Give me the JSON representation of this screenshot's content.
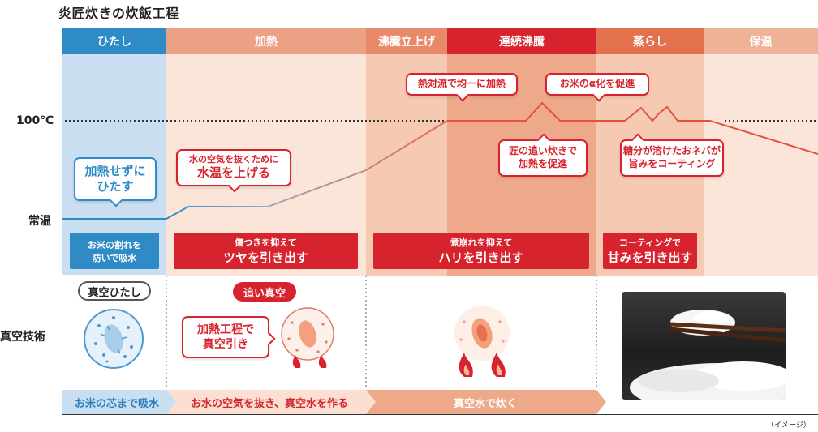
{
  "title": "炎匠炊きの炊飯工程",
  "stages": [
    "ひたし",
    "加熱",
    "沸騰立上げ",
    "連続沸騰",
    "蒸らし",
    "保温"
  ],
  "y_labels": {
    "temp_100": "100℃",
    "room_temp": "常温",
    "vacuum": "真空技術"
  },
  "callouts": {
    "soak": [
      "加熱せずに",
      "ひたす"
    ],
    "heat_small": "水の空気を抜くために",
    "heat_big": "水温を上げる",
    "convection": "熱対流で均一に加熱",
    "alpha": "お米のα化を促進",
    "takumi": [
      "匠の追い炊きで",
      "加熱を促進"
    ],
    "sugar": [
      "糖分が溶けたおネバが",
      "旨みをコーティング"
    ]
  },
  "effects": {
    "soak": [
      "お米の割れを",
      "防いで吸水"
    ],
    "heat_small": "傷つきを抑えて",
    "heat_big": "ツヤを引き出す",
    "boil_small": "煮崩れを抑えて",
    "boil_big": "ハリを引き出す",
    "steam_small": "コーティングで",
    "steam_big": "甘みを引き出す"
  },
  "vacuum": {
    "soak_label": "真空ひたし",
    "chase_label": "追い真空",
    "heat_callout": [
      "加熱工程で",
      "真空引き"
    ]
  },
  "arrows": {
    "a1": "お米の芯まで吸水",
    "a2": "お水の空気を抜き、真空水を作る",
    "a3": "真空水で炊く"
  },
  "footnote": "（イメージ）",
  "colors": {
    "blue": "#2e8bc6",
    "orange": "#e8987a",
    "red": "#d7232e",
    "light_orange": "#f9dccb"
  }
}
